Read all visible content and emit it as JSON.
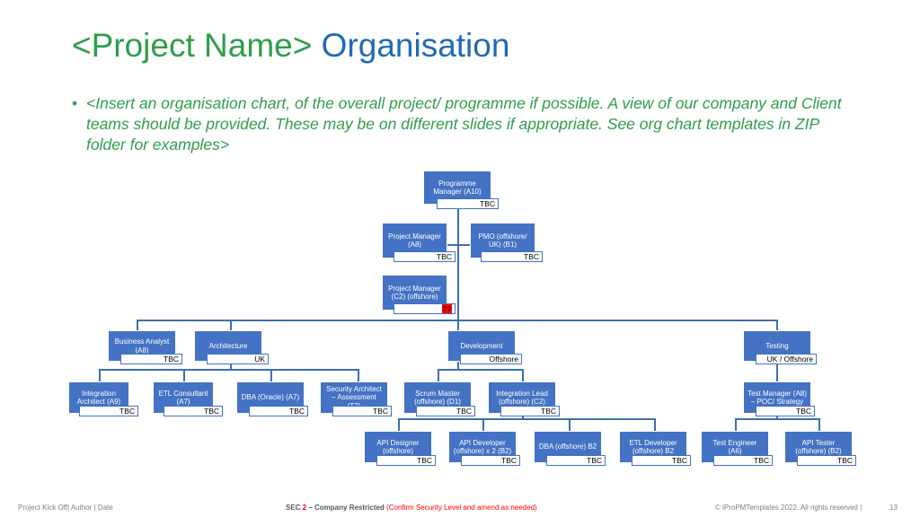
{
  "title": {
    "part1": "<Project Name>",
    "part2": "Organisation"
  },
  "bullet": "<Insert an organisation chart, of the overall project/ programme if possible. A view of our company and Client teams should be provided. These may be on different slides if appropriate. See org chart templates in ZIP folder for examples>",
  "org": {
    "programme_manager": {
      "label": "Programme Manager (A10)",
      "tag": "TBC"
    },
    "project_manager_a8": {
      "label": "Project Manager (A8)",
      "tag": "TBC"
    },
    "pmo": {
      "label": "PMO (offshore/ UK) (B1)",
      "tag": "TBC"
    },
    "project_manager_c2": {
      "label": "Project Manager (C2) (offshore)",
      "tag": "??"
    },
    "business_analyst": {
      "label": "Business Analyst (A8)",
      "tag": "TBC"
    },
    "architecture": {
      "label": "Architecture",
      "tag": "UK"
    },
    "development": {
      "label": "Development",
      "tag": "Offshore"
    },
    "testing": {
      "label": "Testing",
      "tag": "UK / Offshore"
    },
    "integration_architect": {
      "label": "Integration Architect (A9)",
      "tag": "TBC"
    },
    "etl_consultant": {
      "label": "ETL Consultant (A7)",
      "tag": "TBC"
    },
    "dba_oracle": {
      "label": "DBA (Oracle) (A7)",
      "tag": "TBC"
    },
    "security_architect": {
      "label": "Security Architect – Assessment (T7)",
      "tag": "TBC"
    },
    "scrum_master": {
      "label": "Scrum Master (offshore) (D1)",
      "tag": "TBC"
    },
    "integration_lead": {
      "label": "Integration Lead (offshore) (C2)",
      "tag": "TBC"
    },
    "test_manager": {
      "label": "Test Manager (A8) – POC/ Strategy",
      "tag": "TBC"
    },
    "api_designer": {
      "label": "API Designer (offshore)",
      "tag": "TBC"
    },
    "api_developer": {
      "label": "API Developer (offshore) x 2 (B2)",
      "tag": "TBC"
    },
    "dba_offshore": {
      "label": "DBA (offshore) B2",
      "tag": "TBC"
    },
    "etl_developer": {
      "label": "ETL Developer (offshore) B2",
      "tag": "TBC"
    },
    "test_engineer": {
      "label": "Test Engineer (A6)",
      "tag": "TBC"
    },
    "api_tester": {
      "label": "API Tester (offshore) (B2)",
      "tag": "TBC"
    }
  },
  "footer": {
    "left": "Project Kick Off| Author | Date",
    "sec_prefix": "SEC ",
    "sec_num": "2",
    "sec_main": " – Company Restricted",
    "sec_note": "  (Confirm Security Level and amend as needed)",
    "copyright": "© iProPMTemplates 2022. All rights reserved  |",
    "page": "13"
  }
}
